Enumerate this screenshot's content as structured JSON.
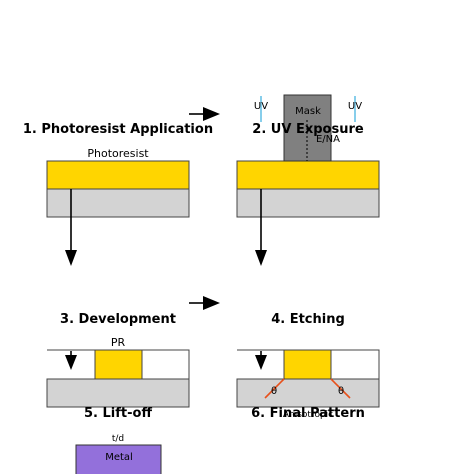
{
  "steps": {
    "s1": "1. Photoresist Application",
    "s2": "2. UV Exposure",
    "s3": "3. Development",
    "s4": "4. Etching",
    "s5": "5. Lift-off",
    "s6": "6. Final Pattern"
  },
  "labels": {
    "photoresist": "Photoresist",
    "uv": "UV",
    "mask": "Mask",
    "ena": "E/NA",
    "pr": "PR",
    "theta": "θ",
    "anisotropic": "Anisotropic",
    "td": "t/d",
    "metal": "Metal"
  },
  "colors": {
    "photoresist": "#FFD500",
    "substrate": "#D3D3D3",
    "mask": "#808080",
    "uv_ray": "#87CEEB",
    "etch_line": "#E8501A",
    "metal": "#9370DB"
  }
}
